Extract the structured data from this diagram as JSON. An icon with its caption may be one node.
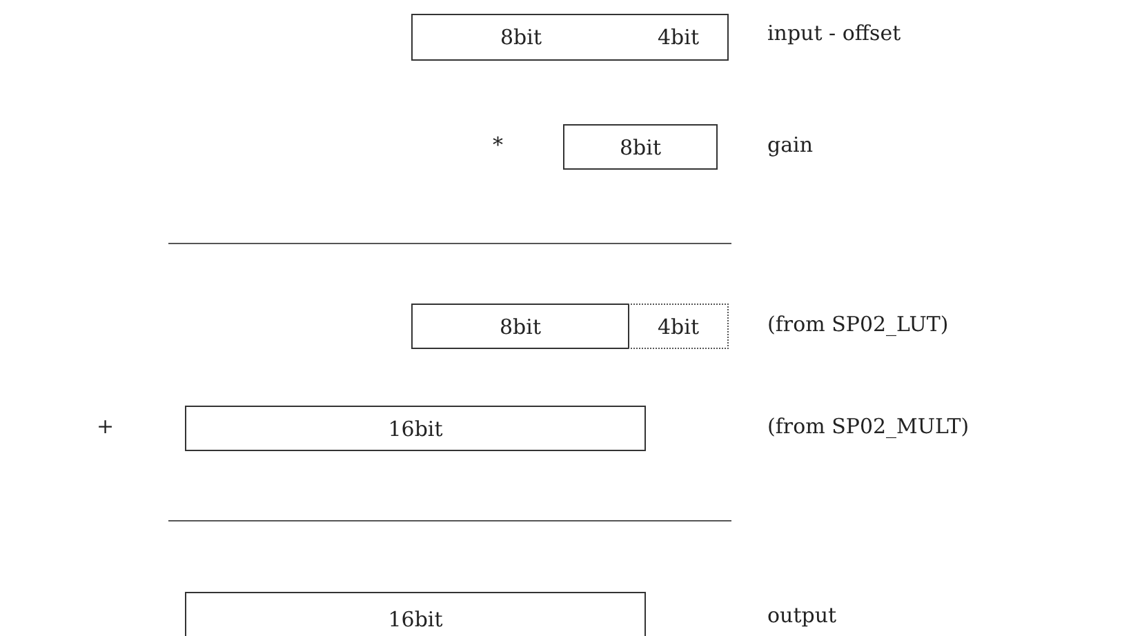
{
  "diagram": {
    "nodes": [
      {
        "text": [
          "8bit"
        ]
      },
      {
        "text": [
          "4bit"
        ]
      },
      {
        "text": [
          "8bit"
        ]
      },
      {
        "text": [
          "8bit"
        ]
      },
      {
        "text": [
          "4bit"
        ]
      },
      {
        "text": [
          "16bit"
        ]
      },
      {
        "text": [
          "16bit"
        ]
      }
    ],
    "labels": [
      "input - offset",
      "*",
      "gain",
      "(from SP02_LUT)",
      "+",
      "(from SP02_MULT)",
      "output"
    ]
  }
}
